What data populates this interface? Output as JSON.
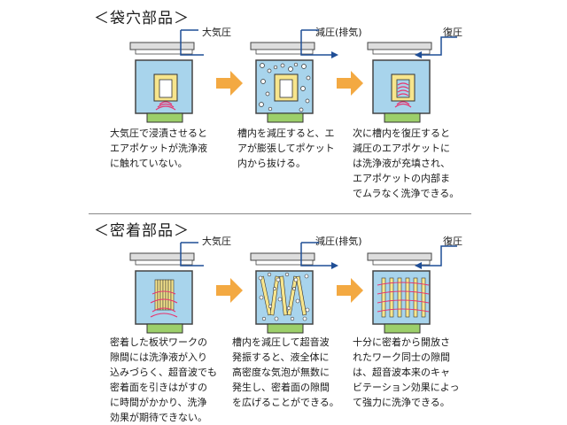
{
  "section1": {
    "heading": "＜袋穴部品＞",
    "panels": [
      {
        "pressure": "大気圧",
        "caption": "大気圧で浸漬させると\nエアポケットが洗浄液\nに触れていない。"
      },
      {
        "pressure": "減圧(排気)",
        "caption": "槽内を減圧すると、エ\nアが膨張してポケット\n内から抜ける。"
      },
      {
        "pressure": "復圧",
        "caption": "次に槽内を復圧すると\n減圧のエアポケットに\nは洗浄液が充填され、\nエアポケットの内部ま\nでムラなく洗浄できる。"
      }
    ]
  },
  "section2": {
    "heading": "＜密着部品＞",
    "panels": [
      {
        "pressure": "大気圧",
        "caption": "密着した板状ワークの\n隙間には洗浄液が入り\n込みづらく、超音波でも\n密着面を引きはがすの\nに時間がかかり、洗浄\n効果が期待できない。"
      },
      {
        "pressure": "減圧(排気)",
        "caption": "槽内を減圧して超音波\n発振すると、液全体に\n高密度な気泡が無数に\n発生し、密着面の隙間\nを広げることができる。"
      },
      {
        "pressure": "復圧",
        "caption": "十分に密着から開放さ\nれたワーク同士の隙間\nは、超音波本来のキャ\nビテーション効果によっ\nて強力に洗浄できる。"
      }
    ]
  },
  "colors": {
    "liquid": "#a8d4ec",
    "tank": "#444444",
    "lid": "#dddddd",
    "base": "#9ccf6a",
    "part": "#f7e58c",
    "wave": "#e8336e",
    "arrow": "#f3a942",
    "pipe": "#1f4e96"
  }
}
